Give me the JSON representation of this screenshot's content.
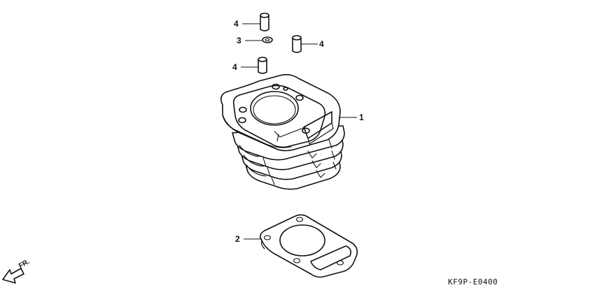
{
  "diagram": {
    "callouts": {
      "cylinder": "1",
      "gasket": "2",
      "oring": "3",
      "dowel_top": "4",
      "dowel_right": "4",
      "dowel_left": "4"
    },
    "front_indicator": "FR.",
    "reference_code": "KF9P-E0400"
  }
}
